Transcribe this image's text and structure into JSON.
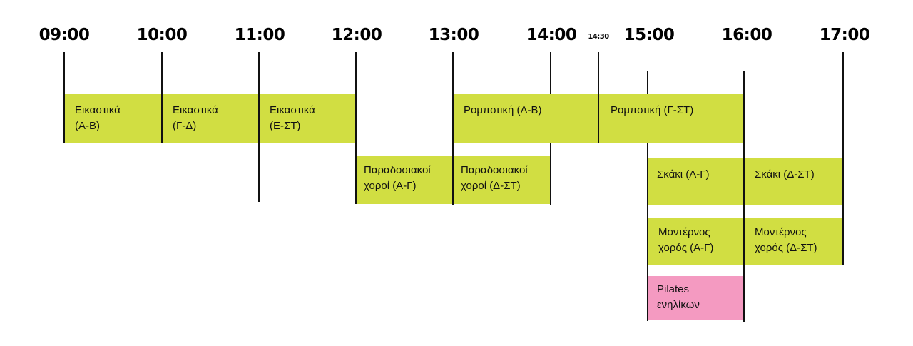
{
  "timeline": {
    "hours": [
      "09:00",
      "10:00",
      "11:00",
      "12:00",
      "13:00",
      "14:00",
      "14:30",
      "15:00",
      "16:00",
      "17:00"
    ]
  },
  "colors": {
    "activity": "#d1de42",
    "adult": "#f49ac1",
    "line": "#111111"
  },
  "activities": [
    {
      "line1": "Εικαστικά",
      "line2": "(Α-Β)"
    },
    {
      "line1": "Εικαστικά",
      "line2": "(Γ-Δ)"
    },
    {
      "line1": "Εικαστικά",
      "line2": "(Ε-ΣΤ)"
    },
    {
      "line1": "Ρομποτική (Α-Β)",
      "line2": ""
    },
    {
      "line1": "Ρομποτική (Γ-ΣΤ)",
      "line2": ""
    },
    {
      "line1": "Παραδοσιακοί",
      "line2": "χοροί (Α-Γ)"
    },
    {
      "line1": "Παραδοσιακοί",
      "line2": "χοροί (Δ-ΣΤ)"
    },
    {
      "line1": "Σκάκι (Α-Γ)",
      "line2": ""
    },
    {
      "line1": "Σκάκι (Δ-ΣΤ)",
      "line2": ""
    },
    {
      "line1": "Μοντέρνος",
      "line2": "χορός (Α-Γ)"
    },
    {
      "line1": "Μοντέρνος",
      "line2": "χορός (Δ-ΣΤ)"
    },
    {
      "line1": "Pilates",
      "line2": "ενηλίκων"
    }
  ]
}
